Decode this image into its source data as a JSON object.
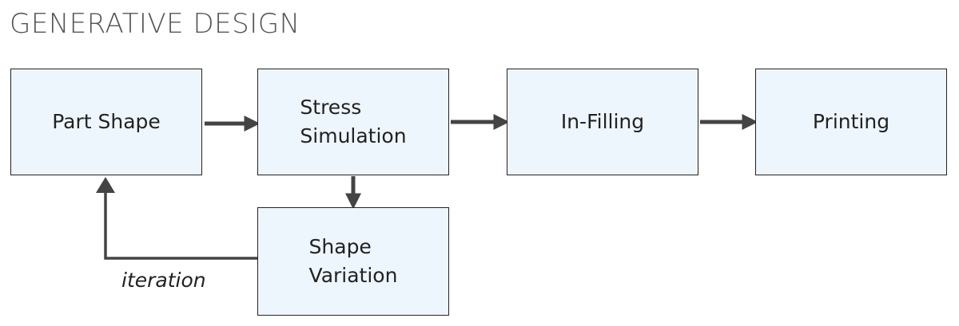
{
  "title": "GENERATIVE DESIGN",
  "nodes": {
    "part_shape": "Part Shape",
    "stress_simulation": "Stress\nSimulation",
    "in_filling": "In-Filling",
    "printing": "Printing",
    "shape_variation": "Shape\nVariation"
  },
  "loop_label": "iteration",
  "colors": {
    "box_fill": "#eef6fd",
    "box_border": "#222222",
    "arrow": "#444444",
    "title": "#555555"
  }
}
